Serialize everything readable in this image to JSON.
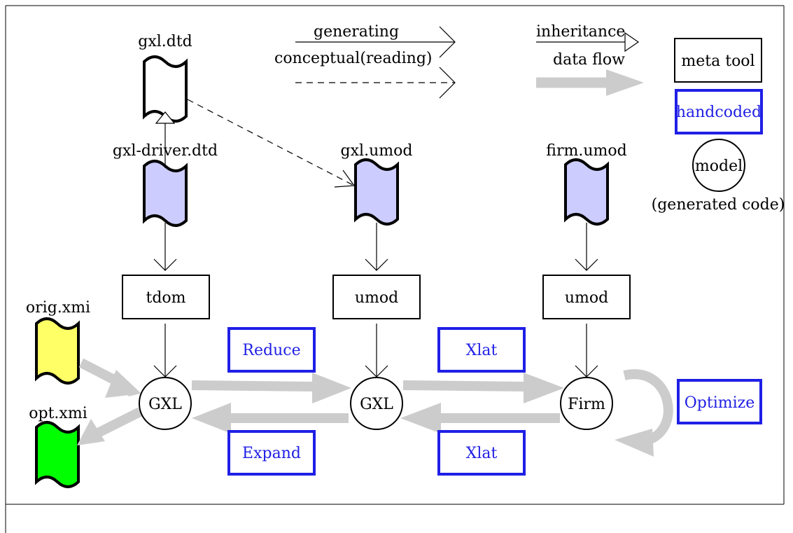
{
  "legend": {
    "generating": "generating",
    "conceptual": "conceptual(reading)",
    "inheritance": "inheritance",
    "data_flow": "data flow",
    "meta_tool": "meta tool",
    "handcoded": "handcoded",
    "model": "model",
    "generated_code": "(generated code)"
  },
  "documents": {
    "gxl_dtd": "gxl.dtd",
    "gxl_driver_dtd": "gxl-driver.dtd",
    "gxl_umod": "gxl.umod",
    "firm_umod": "firm.umod",
    "orig_xmi": "orig.xmi",
    "opt_xmi": "opt.xmi"
  },
  "tools": {
    "tdom": "tdom",
    "umod_1": "umod",
    "umod_2": "umod"
  },
  "models": {
    "gxl_1": "GXL",
    "gxl_2": "GXL",
    "firm": "Firm"
  },
  "handcoded": {
    "reduce": "Reduce",
    "expand": "Expand",
    "xlat_fwd": "Xlat",
    "xlat_back": "Xlat",
    "optimize": "Optimize"
  },
  "colors": {
    "blue_doc": "#ccccff",
    "yellow_doc": "#ffff66",
    "green_doc": "#00ff00",
    "handcoded_blue": "#1f1fe6",
    "flow_gray": "#cccccc"
  }
}
